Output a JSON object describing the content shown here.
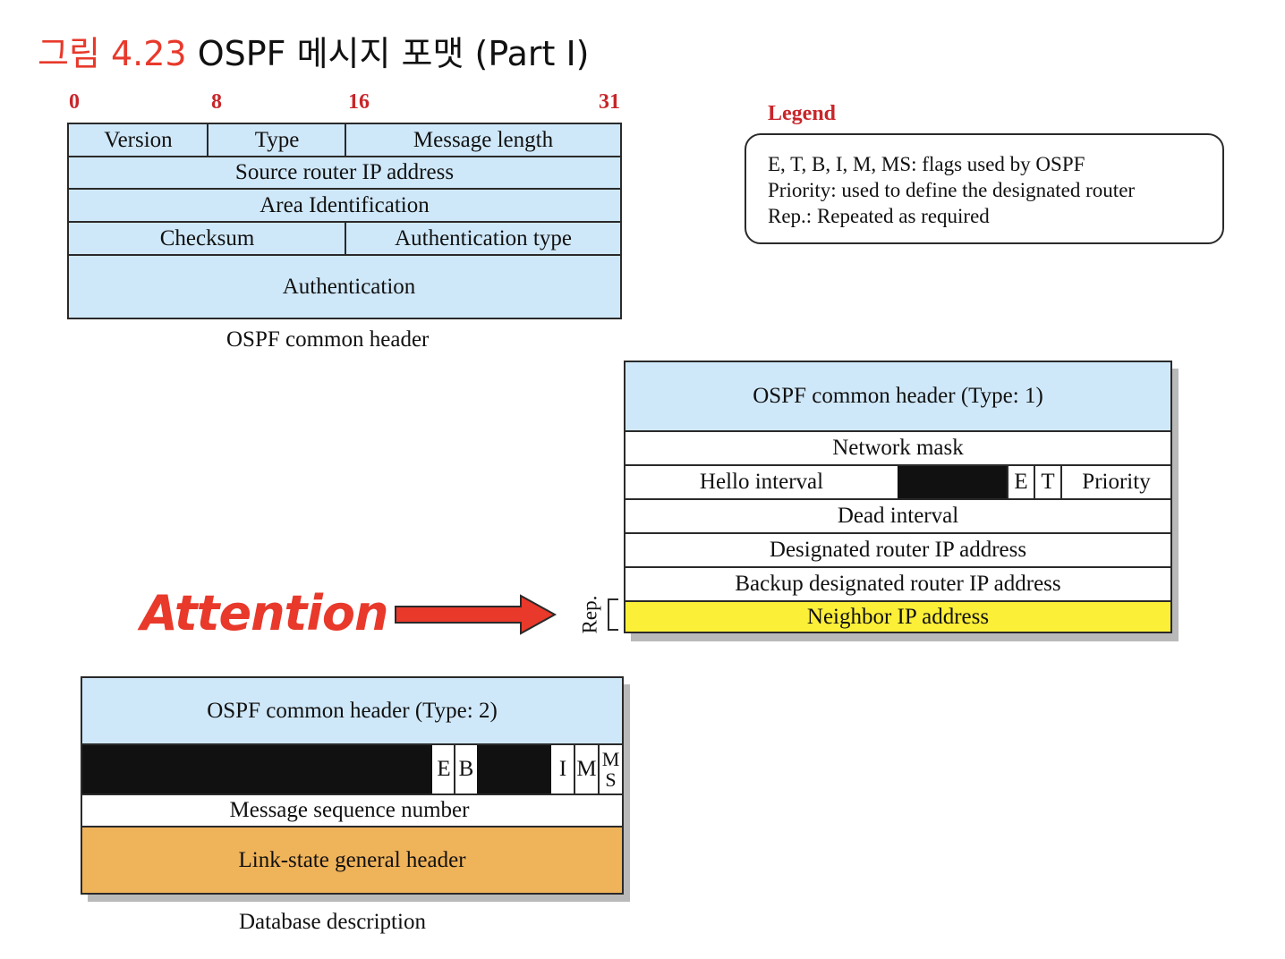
{
  "title": {
    "figure": "그림 4.23",
    "main": "OSPF 메시지 포맷 (Part I)"
  },
  "header_diagram": {
    "bits": [
      "0",
      "8",
      "16",
      "31"
    ],
    "row1": [
      "Version",
      "Type",
      "Message length"
    ],
    "row2": "Source router IP address",
    "row3": "Area Identification",
    "row4": [
      "Checksum",
      "Authentication type"
    ],
    "row5": "Authentication",
    "caption": "OSPF common header"
  },
  "legend": {
    "title": "Legend",
    "lines": [
      "E, T, B, I, M, MS: flags used by OSPF",
      "Priority: used to define the designated router",
      "Rep.: Repeated as required"
    ]
  },
  "hello": {
    "header": "OSPF common header (Type: 1)",
    "network_mask": "Network mask",
    "hello_interval": "Hello  interval",
    "flag_e": "E",
    "flag_t": "T",
    "priority": "Priority",
    "dead_interval": "Dead interval",
    "designated": "Designated router IP address",
    "backup": "Backup designated router IP address",
    "neighbor": "Neighbor IP address",
    "rep": "Rep."
  },
  "attention": "Attention",
  "dbd": {
    "header": "OSPF common header (Type: 2)",
    "flag_e": "E",
    "flag_b": "B",
    "flag_i": "I",
    "flag_m": "M",
    "flag_ms_top": "M",
    "flag_ms_bottom": "S",
    "seq": "Message sequence number",
    "lsa_header": "Link-state general header",
    "caption": "Database description"
  },
  "colors": {
    "title_red": "#e8392b",
    "header_blue": "#cfe8f9",
    "neighbor_yellow": "#fcef38",
    "lsa_orange": "#efb35a",
    "attention_red": "#e8392b"
  }
}
